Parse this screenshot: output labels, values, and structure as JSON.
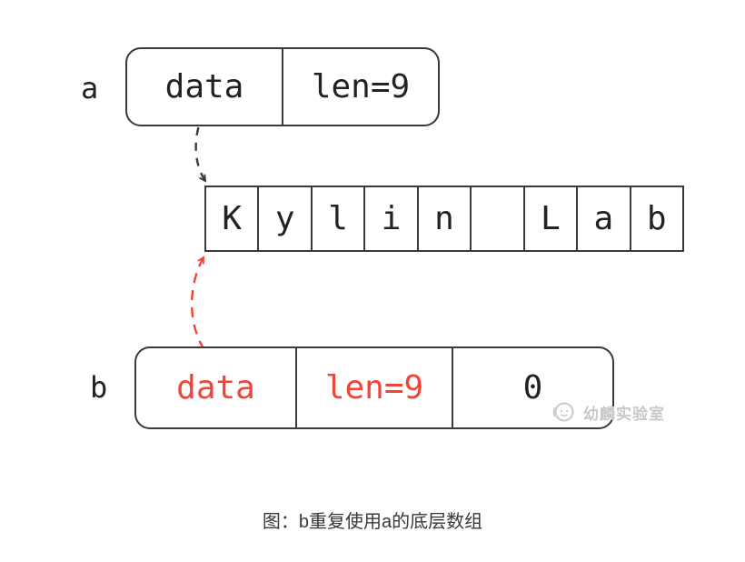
{
  "colors": {
    "line": "#3a3a3a",
    "text_black": "#222222",
    "text_red": "#f04438",
    "watermark_gray": "#c8c8c8",
    "caption_gray": "#383838",
    "background": "#ffffff"
  },
  "slice_a": {
    "label": "a",
    "fields": [
      {
        "name": "data",
        "text": "data"
      },
      {
        "name": "len",
        "text": "len=9"
      }
    ]
  },
  "underlying_array": {
    "cells": [
      "K",
      "y",
      "l",
      "i",
      "n",
      " ",
      "L",
      "a",
      "b"
    ]
  },
  "slice_b": {
    "label": "b",
    "fields": [
      {
        "name": "data",
        "text": "data"
      },
      {
        "name": "len",
        "text": "len=9"
      },
      {
        "name": "extra",
        "text": "0"
      }
    ]
  },
  "arrows": [
    {
      "id": "a-data-to-array",
      "color": "#3a3a3a",
      "style": "dashed",
      "from": "a.data",
      "to": "array-start"
    },
    {
      "id": "b-data-to-array",
      "color": "#f04438",
      "style": "dashed",
      "from": "b.data",
      "to": "array-start"
    }
  ],
  "watermark": {
    "text": "幼麟实验室"
  },
  "caption": {
    "text": "图：b重复使用a的底层数组"
  }
}
